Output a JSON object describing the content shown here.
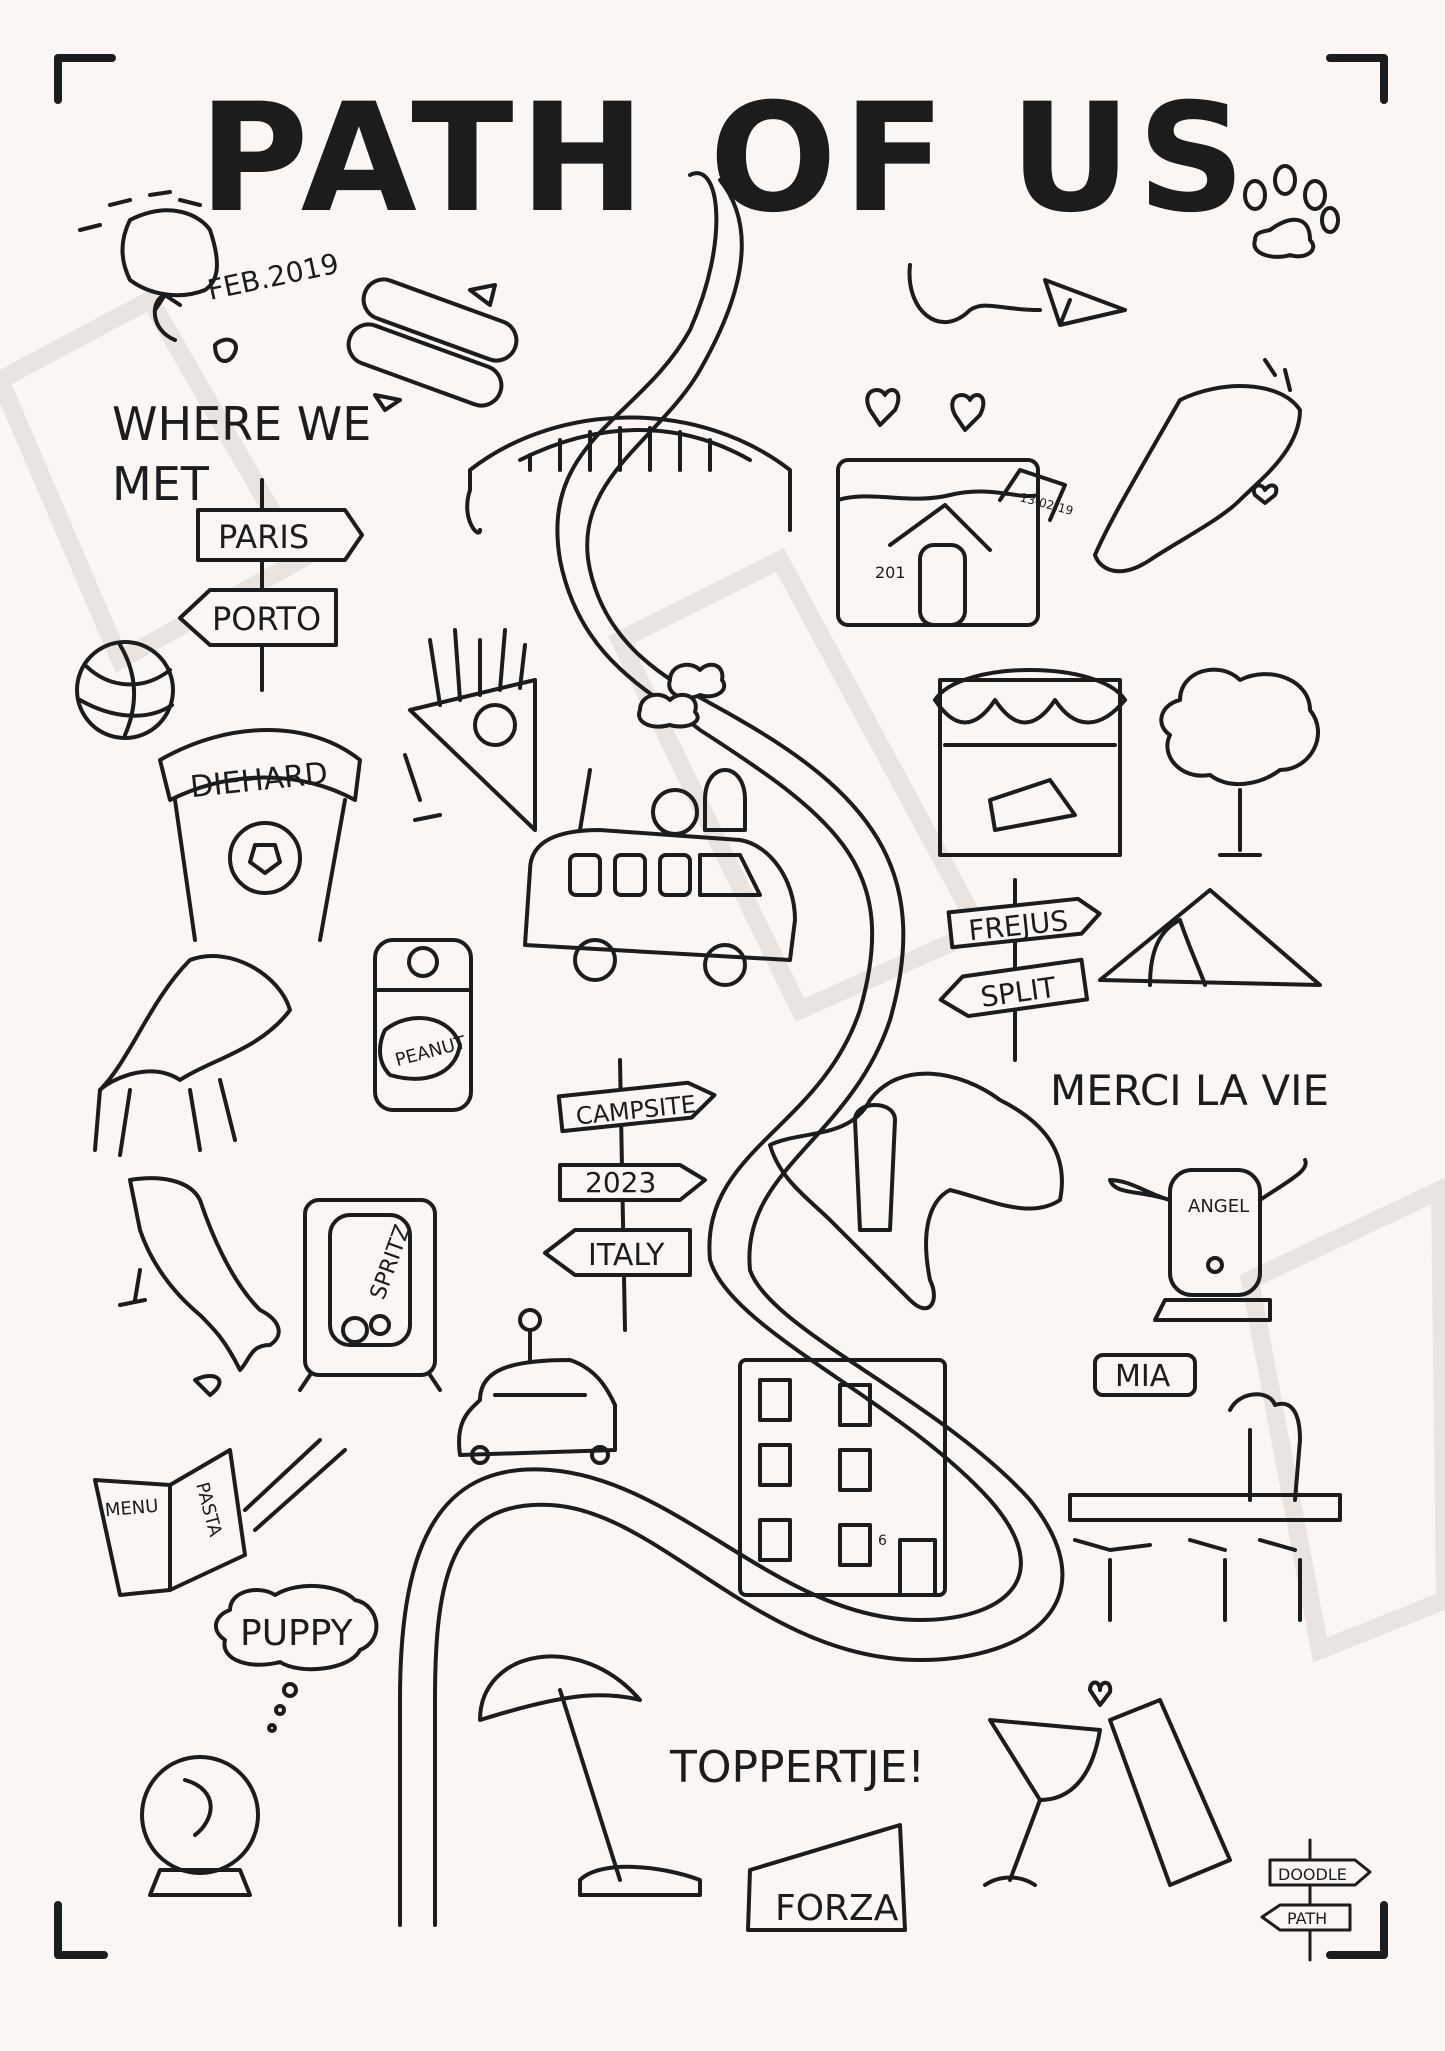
{
  "title": "PATH OF US",
  "labels": {
    "where_we_met": "WHERE WE",
    "where_we_met_2": "MET",
    "feb": "FEB.2019",
    "merci": "MERCI LA VIE",
    "toppertje": "TOPPERTJE!",
    "forza": "FORZA",
    "puppy": "PUPPY",
    "mia": "MIA",
    "diehard": "DIEHARD",
    "peanut": "PEANUT",
    "spritz": "SPRITZ",
    "menu": "MENU",
    "pasta": "PASTA",
    "angel": "ANGEL",
    "house_number": "201",
    "house_flag": "13-02-19",
    "building_door": "6"
  },
  "signposts": {
    "top_left": [
      "PARIS",
      "PORTO"
    ],
    "center": [
      "CAMPSITE",
      "2023",
      "ITALY"
    ],
    "right": [
      "FREJUS",
      "SPLIT"
    ],
    "logo": [
      "DOODLE",
      "PATH"
    ]
  },
  "icons": [
    "paw-icon",
    "paper-plane-icon",
    "heart-icon",
    "volleyball-icon",
    "soccer-ball-icon",
    "fries-icon",
    "van-icon",
    "tree-icon",
    "tent-icon",
    "pizza-icon",
    "peanut-butter-jar-icon",
    "car-icon",
    "umbrella-icon",
    "crystal-ball-icon",
    "cocktail-icon",
    "cutlery-icon",
    "cheese-shop-icon",
    "bridge-icon"
  ]
}
